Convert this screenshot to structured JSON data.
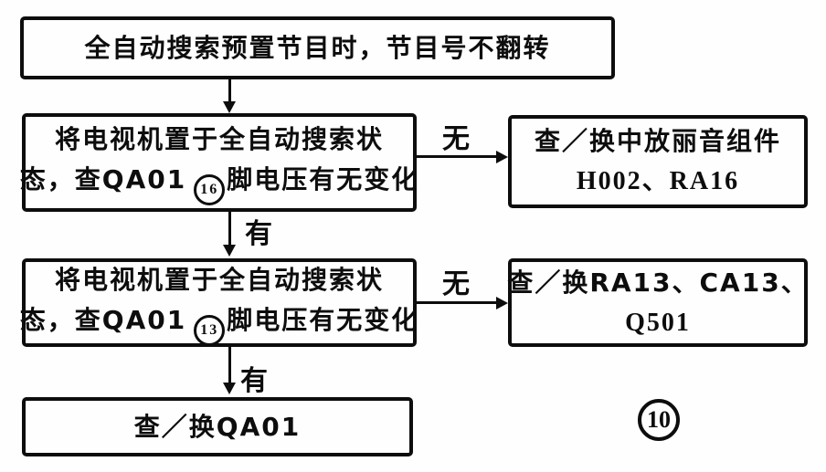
{
  "flowchart": {
    "colors": {
      "ink": "#0d0d0d",
      "paper": "#fefefe"
    },
    "labels": {
      "no": "无",
      "yes": "有"
    },
    "boxes": {
      "symptom": {
        "text": "全自动搜索预置节目时，节目号不翻转"
      },
      "check16": {
        "line1": "将电视机置于全自动搜索状",
        "line2_pre": "态，查QA01",
        "pin": "16",
        "line2_post": "脚电压有无变化"
      },
      "remedy1": {
        "line1": "查／换中放丽音组件",
        "line2": "H002、RA16"
      },
      "check13": {
        "line1": "将电视机置于全自动搜索状",
        "line2_pre": "态，查QA01",
        "pin": "13",
        "line2_post": "脚电压有无变化"
      },
      "remedy2": {
        "line1": "查／换RA13、CA13、",
        "line2": "Q501"
      },
      "final": {
        "text": "查／换QA01"
      }
    },
    "page_number": "10"
  }
}
